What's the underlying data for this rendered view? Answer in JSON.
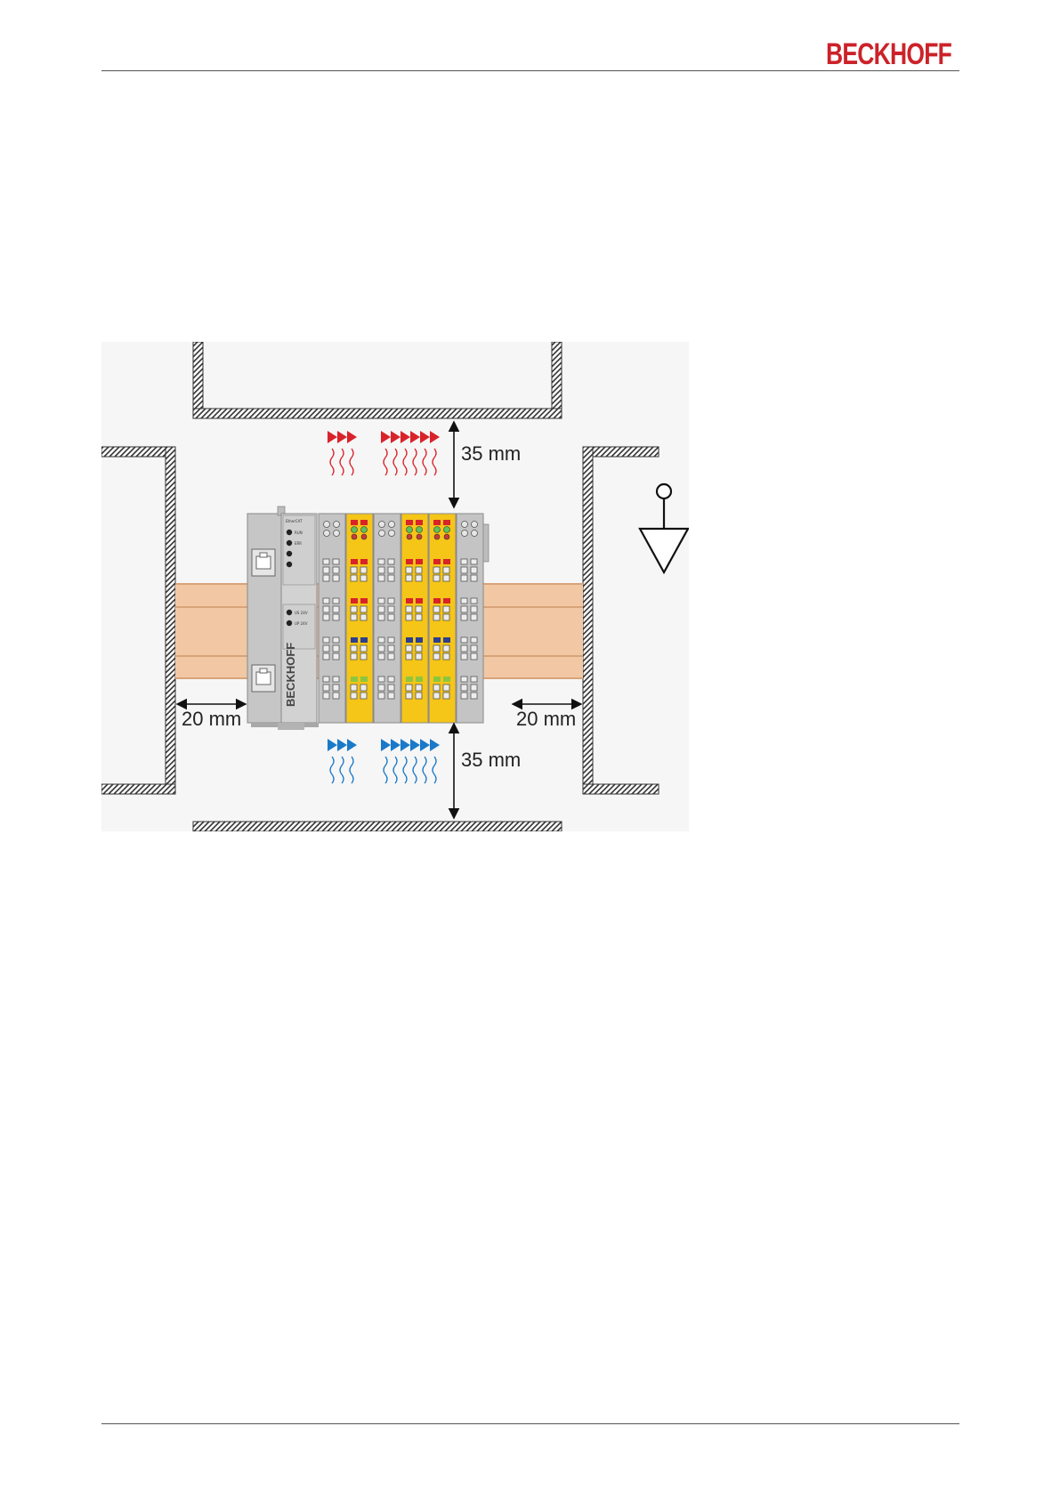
{
  "header": {
    "logo_text": "BECKHOFF",
    "brand_color": "#cc2229"
  },
  "figure": {
    "dimension_top": "35 mm",
    "dimension_bottom": "35 mm",
    "dimension_left": "20 mm",
    "dimension_right": "20 mm",
    "coupler_brand": "BECKHOFF",
    "coupler_label": "EtherCAT",
    "led_labels": [
      "RUN",
      "ERR"
    ],
    "power_led_labels": [
      "US 24V",
      "UP 24V"
    ],
    "colors": {
      "hot_air": "#d9232a",
      "cool_air": "#1a7ac9",
      "din_rail": "#f2c7a4",
      "safety_terminal": "#f5c518",
      "terminal_grey": "#c4c4c4"
    },
    "icons": [
      "wall-hatched",
      "heat-arrow-icon",
      "cool-air-arrow-icon",
      "installation-position-icon"
    ]
  }
}
